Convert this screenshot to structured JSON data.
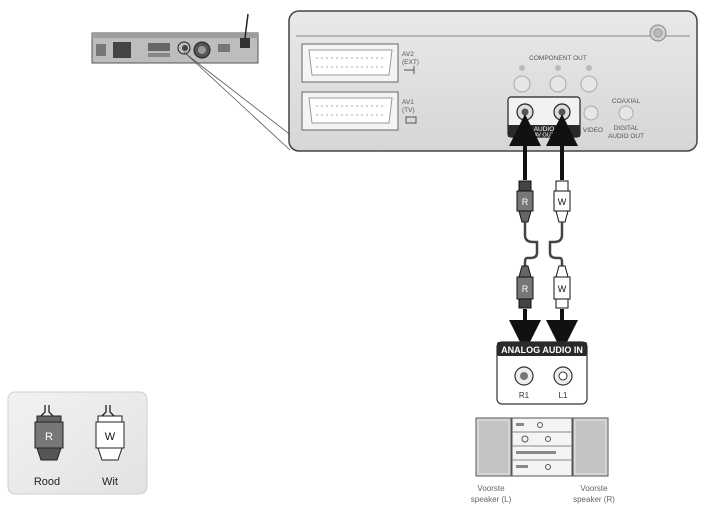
{
  "panel": {
    "av2": "AV2",
    "av2_sub": "(EXT)",
    "av1": "AV1",
    "av1_sub": "(TV)",
    "component_out": "COMPONENT OUT",
    "audio": "AUDIO",
    "av_out": "AV OUT",
    "video": "VIDEO",
    "coaxial": "COAXIAL",
    "digital": "DIGITAL",
    "audio_out": "AUDIO OUT"
  },
  "cable": {
    "plug_r": "R",
    "plug_w": "W"
  },
  "receiver": {
    "title": "ANALOG AUDIO IN",
    "jack_r": "R1",
    "jack_l": "L1"
  },
  "speakers": {
    "front_left_line1": "Voorste",
    "front_left_line2": "speaker (L)",
    "front_right_line1": "Voorste",
    "front_right_line2": "speaker (R)"
  },
  "legend": {
    "red_letter": "R",
    "white_letter": "W",
    "red_label": "Rood",
    "white_label": "Wit"
  }
}
